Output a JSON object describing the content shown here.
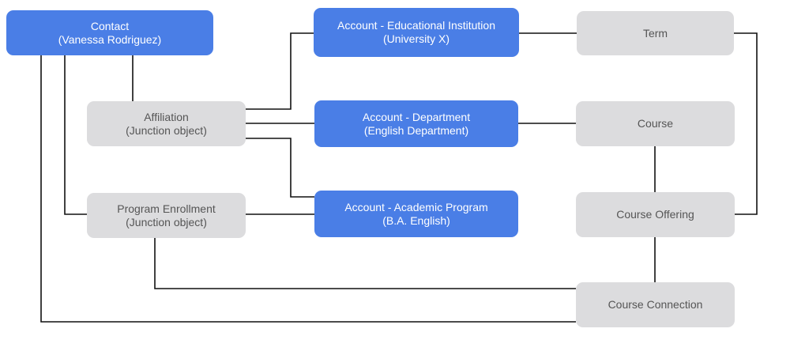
{
  "nodes": {
    "contact": {
      "line1": "Contact",
      "line2": "(Vanessa Rodriguez)",
      "kind": "account-or-contact",
      "color": "#4a7ee6"
    },
    "educational_institution": {
      "line1": "Account - Educational Institution",
      "line2": "(University X)",
      "kind": "account",
      "color": "#4a7ee6"
    },
    "term": {
      "line1": "Term",
      "line2": "",
      "kind": "object",
      "color": "#dcdcde"
    },
    "affiliation": {
      "line1": "Affiliation",
      "line2": "(Junction object)",
      "kind": "junction",
      "color": "#dcdcde"
    },
    "department": {
      "line1": "Account - Department",
      "line2": "(English Department)",
      "kind": "account",
      "color": "#4a7ee6"
    },
    "course": {
      "line1": "Course",
      "line2": "",
      "kind": "object",
      "color": "#dcdcde"
    },
    "program_enrollment": {
      "line1": "Program Enrollment",
      "line2": "(Junction object)",
      "kind": "junction",
      "color": "#dcdcde"
    },
    "academic_program": {
      "line1": "Account - Academic Program",
      "line2": "(B.A. English)",
      "kind": "account",
      "color": "#4a7ee6"
    },
    "course_offering": {
      "line1": "Course Offering",
      "line2": "",
      "kind": "object",
      "color": "#dcdcde"
    },
    "course_connection": {
      "line1": "Course Connection",
      "line2": "",
      "kind": "object",
      "color": "#dcdcde"
    }
  },
  "connections": [
    {
      "from": "contact",
      "to": "affiliation"
    },
    {
      "from": "contact",
      "to": "program_enrollment"
    },
    {
      "from": "contact",
      "to": "course_connection"
    },
    {
      "from": "affiliation",
      "to": "educational_institution"
    },
    {
      "from": "affiliation",
      "to": "department"
    },
    {
      "from": "affiliation",
      "to": "academic_program"
    },
    {
      "from": "program_enrollment",
      "to": "academic_program"
    },
    {
      "from": "program_enrollment",
      "to": "course_connection"
    },
    {
      "from": "educational_institution",
      "to": "term"
    },
    {
      "from": "department",
      "to": "course"
    },
    {
      "from": "term",
      "to": "course_offering"
    },
    {
      "from": "course",
      "to": "course_offering"
    },
    {
      "from": "course_offering",
      "to": "course_connection"
    }
  ],
  "colors": {
    "account_blue": "#4a7ee6",
    "object_gray": "#dcdcde",
    "connector": "#111111",
    "background": "#ffffff"
  }
}
